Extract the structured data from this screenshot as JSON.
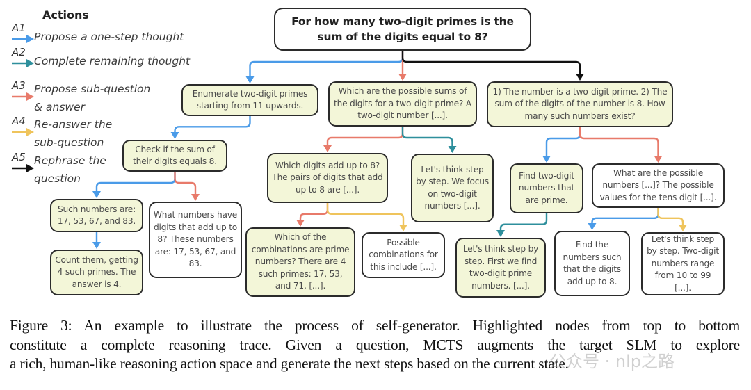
{
  "legend": {
    "title": "Actions",
    "items": [
      {
        "code": "A1",
        "lines": [
          "Propose a one-step thought"
        ],
        "color": "#4a9be8"
      },
      {
        "code": "A2",
        "lines": [
          "Complete remaining thought"
        ],
        "color": "#2e8f9c"
      },
      {
        "code": "A3",
        "lines": [
          "Propose sub-question",
          "& answer"
        ],
        "color": "#e87a6a"
      },
      {
        "code": "A4",
        "lines": [
          "Re-answer the",
          "sub-question"
        ],
        "color": "#efc45c"
      },
      {
        "code": "A5",
        "lines": [
          "Rephrase the",
          "question"
        ],
        "color": "#111111"
      }
    ]
  },
  "colors": {
    "A1": "#4a9be8",
    "A2": "#2e8f9c",
    "A3": "#e87a6a",
    "A4": "#efc45c",
    "A5": "#111111",
    "highlight_fill": "#f3f6d8",
    "plain_fill": "#ffffff",
    "node_border": "#2b2b2b"
  },
  "tree": {
    "root": {
      "text": "For how many two-digit primes is the sum of the digits equal to 8?"
    },
    "nodes": {
      "n1": {
        "text": "Enumerate two-digit primes starting from 11 upwards.",
        "highlighted": true
      },
      "n2": {
        "text": "Which are the possible sums of the digits for a two-digit prime? A two-digit number [...].",
        "highlighted": true
      },
      "n3": {
        "text": "1) The number is a two-digit prime. 2) The sum of the digits of the number is 8. How many such numbers exist?",
        "highlighted": true
      },
      "n4": {
        "text": "Check if the sum of their digits equals 8.",
        "highlighted": true
      },
      "n5": {
        "text": "Such numbers are: 17, 53, 67, and 83.",
        "highlighted": true
      },
      "n6": {
        "text": "What numbers have digits that add up to 8? These numbers are: 17, 53, 67, and 83.",
        "highlighted": false
      },
      "n7": {
        "text": "Count them, getting 4 such primes. The answer is 4.",
        "highlighted": true
      },
      "n8": {
        "text": "Which digits add up to 8? The pairs of digits that add up to 8 are [...].",
        "highlighted": true
      },
      "n9": {
        "text": "Let's think step by step. We focus on two-digit numbers [...].",
        "highlighted": true
      },
      "n10": {
        "text": "Which of the combinations are prime numbers? There are 4 such primes: 17, 53, and 71, [...].",
        "highlighted": true
      },
      "n11": {
        "text": "Possible combinations for this include [...].",
        "highlighted": false
      },
      "n12": {
        "text": "Find two-digit numbers that are prime.",
        "highlighted": true
      },
      "n13": {
        "text": "What are the possible numbers [...]? The possible values for the tens digit [...].",
        "highlighted": false
      },
      "n14": {
        "text": "Let's think step by step. First we find two-digit prime numbers. [...].",
        "highlighted": true
      },
      "n15": {
        "text": "Find the numbers such that the digits add up to 8.",
        "highlighted": false
      },
      "n16": {
        "text": "Let's think step by step. Two-digit numbers range from 10 to 99 [...].",
        "highlighted": false
      }
    },
    "edges": [
      {
        "from": "root",
        "to": "n1",
        "action": "A1"
      },
      {
        "from": "root",
        "to": "n2",
        "action": "A3"
      },
      {
        "from": "root",
        "to": "n3",
        "action": "A5"
      },
      {
        "from": "n1",
        "to": "n4",
        "action": "A1"
      },
      {
        "from": "n4",
        "to": "n5",
        "action": "A1"
      },
      {
        "from": "n4",
        "to": "n6",
        "action": "A3"
      },
      {
        "from": "n5",
        "to": "n7",
        "action": "A1"
      },
      {
        "from": "n2",
        "to": "n8",
        "action": "A3"
      },
      {
        "from": "n2",
        "to": "n9",
        "action": "A2"
      },
      {
        "from": "n8",
        "to": "n10",
        "action": "A3"
      },
      {
        "from": "n8",
        "to": "n11",
        "action": "A4"
      },
      {
        "from": "n3",
        "to": "n12",
        "action": "A1"
      },
      {
        "from": "n3",
        "to": "n13",
        "action": "A3"
      },
      {
        "from": "n12",
        "to": "n14",
        "action": "A2"
      },
      {
        "from": "n13",
        "to": "n15",
        "action": "A1"
      },
      {
        "from": "n13",
        "to": "n16",
        "action": "A4"
      }
    ]
  },
  "caption": {
    "lines": [
      "Figure 3: An example to illustrate the process of self-generator. Highlighted nodes from top to bottom",
      "constitute a complete reasoning trace. Given a question, MCTS augments the target SLM to explore",
      "a rich, human-like reasoning action space and generate the next steps based on the current state."
    ]
  },
  "watermark": "公众号 · nlp之路"
}
